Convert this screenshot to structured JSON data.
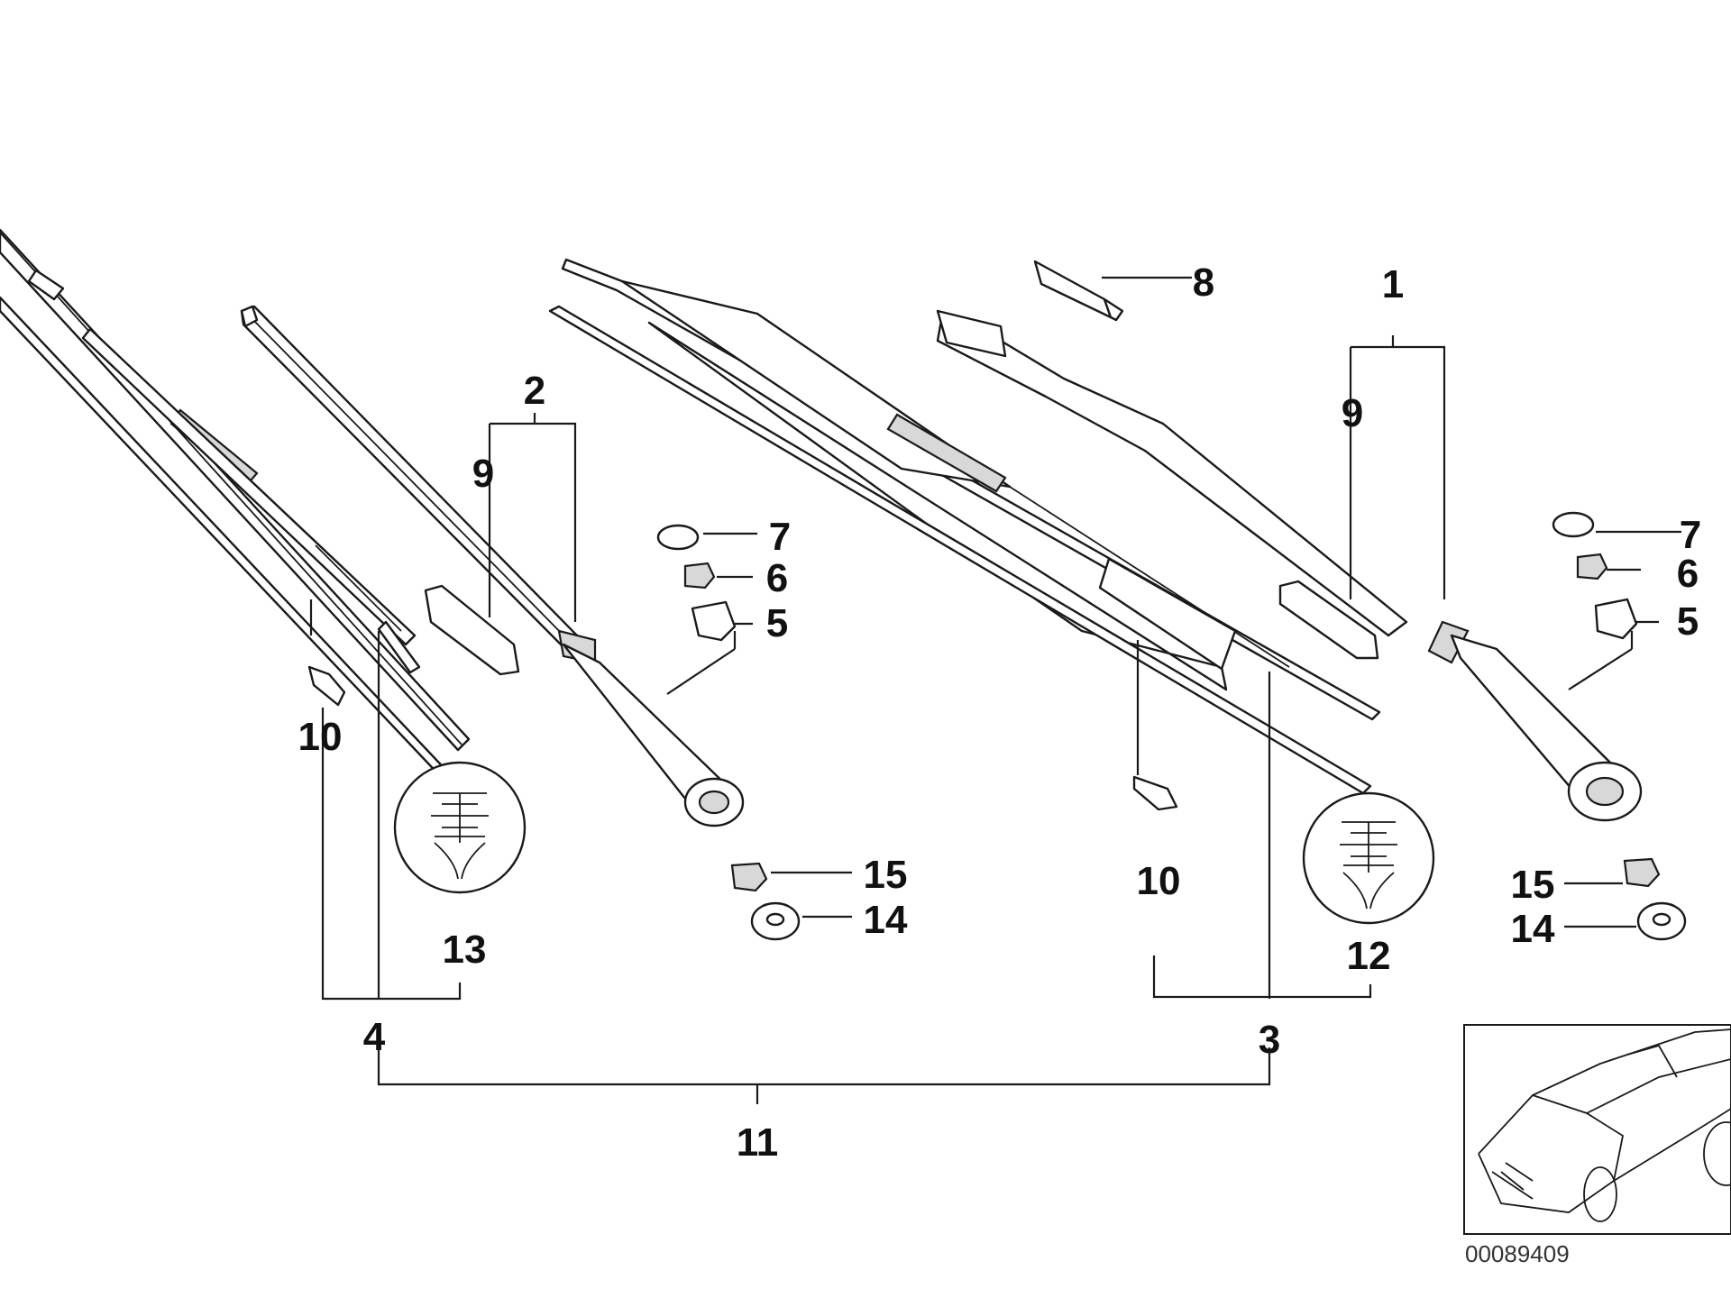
{
  "callouts": {
    "c1": "1",
    "c2": "2",
    "c3": "3",
    "c4": "4",
    "c5a": "5",
    "c5b": "5",
    "c6a": "6",
    "c6b": "6",
    "c7a": "7",
    "c7b": "7",
    "c8": "8",
    "c9a": "9",
    "c9b": "9",
    "c10a": "10",
    "c10b": "10",
    "c11": "11",
    "c12": "12",
    "c13": "13",
    "c14a": "14",
    "c14b": "14",
    "c15a": "15",
    "c15b": "15"
  },
  "reference_number": "00089409",
  "icons": [
    "wiper-blade-symbol-icon",
    "car-outline-icon"
  ]
}
